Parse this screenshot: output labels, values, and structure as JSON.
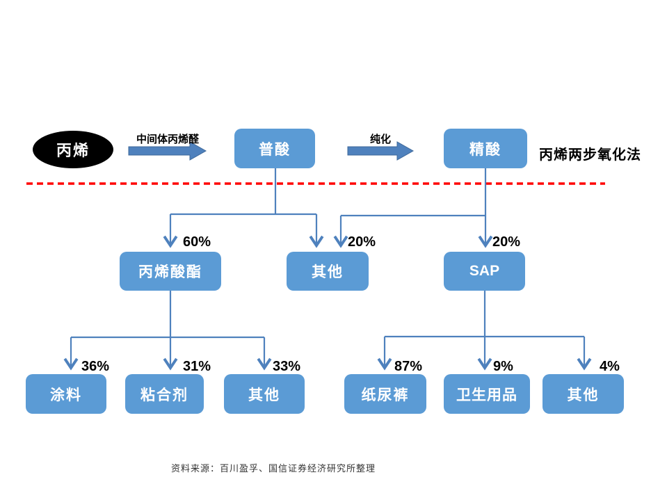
{
  "diagram": {
    "top": {
      "start_node": "丙烯",
      "arrow1_label": "中间体丙烯醛",
      "crude_node": "普酸",
      "arrow2_label": "纯化",
      "refined_node": "精酸",
      "method_note": "丙烯两步氧化法"
    },
    "level2": {
      "acrylate": {
        "label": "丙烯酸酯",
        "share": "60%"
      },
      "other": {
        "label": "其他",
        "share": "20%"
      },
      "sap": {
        "label": "SAP",
        "share": "20%"
      }
    },
    "acrylate_children": [
      {
        "label": "涂料",
        "share": "36%"
      },
      {
        "label": "粘合剂",
        "share": "31%"
      },
      {
        "label": "其他",
        "share": "33%"
      }
    ],
    "sap_children": [
      {
        "label": "纸尿裤",
        "share": "87%"
      },
      {
        "label": "卫生用品",
        "share": "9%"
      },
      {
        "label": "其他",
        "share": "4%"
      }
    ],
    "footer": {
      "source_note": "资料来源：百川盈孚、国信证券经济研究所整理"
    },
    "colors": {
      "node_fill": "#5B9BD5",
      "connector": "#4E81BD",
      "block_arrow": "#4F81BD",
      "divider": "#FF0000",
      "start_node_fill": "#000000"
    }
  }
}
